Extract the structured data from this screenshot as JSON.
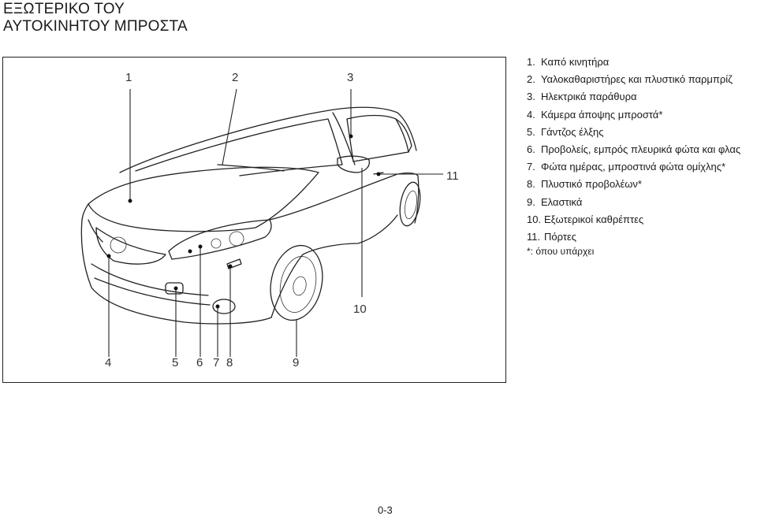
{
  "title": {
    "line1": "ΕΞΩΤΕΡΙΚΟ ΤΟΥ",
    "line2": "ΑΥΤΟΚΙΝΗΤΟΥ ΜΠΡΟΣΤΑ"
  },
  "figure": {
    "callouts": [
      "1",
      "2",
      "3",
      "4",
      "5",
      "6",
      "7",
      "8",
      "9",
      "10",
      "11"
    ]
  },
  "legend": [
    {
      "num": "1.",
      "text": "Καπό κινητήρα"
    },
    {
      "num": "2.",
      "text": "Υαλοκαθαριστήρες και πλυστικό παρμπρίζ"
    },
    {
      "num": "3.",
      "text": "Ηλεκτρικά παράθυρα"
    },
    {
      "num": "4.",
      "text": "Κάμερα άποψης μπροστά*"
    },
    {
      "num": "5.",
      "text": "Γάντζος έλξης"
    },
    {
      "num": "6.",
      "text": "Προβολείς, εμπρός πλευρικά φώτα και φλας"
    },
    {
      "num": "7.",
      "text": "Φώτα ημέρας, μπροστινά φώτα ομίχλης*"
    },
    {
      "num": "8.",
      "text": "Πλυστικό προβολέων*"
    },
    {
      "num": "9.",
      "text": "Ελαστικά"
    },
    {
      "num": "10.",
      "text": "Εξωτερικοί καθρέπτες"
    },
    {
      "num": "11.",
      "text": "Πόρτες"
    }
  ],
  "footnote": "*: όπου υπάρχει",
  "page_number": "0-3"
}
